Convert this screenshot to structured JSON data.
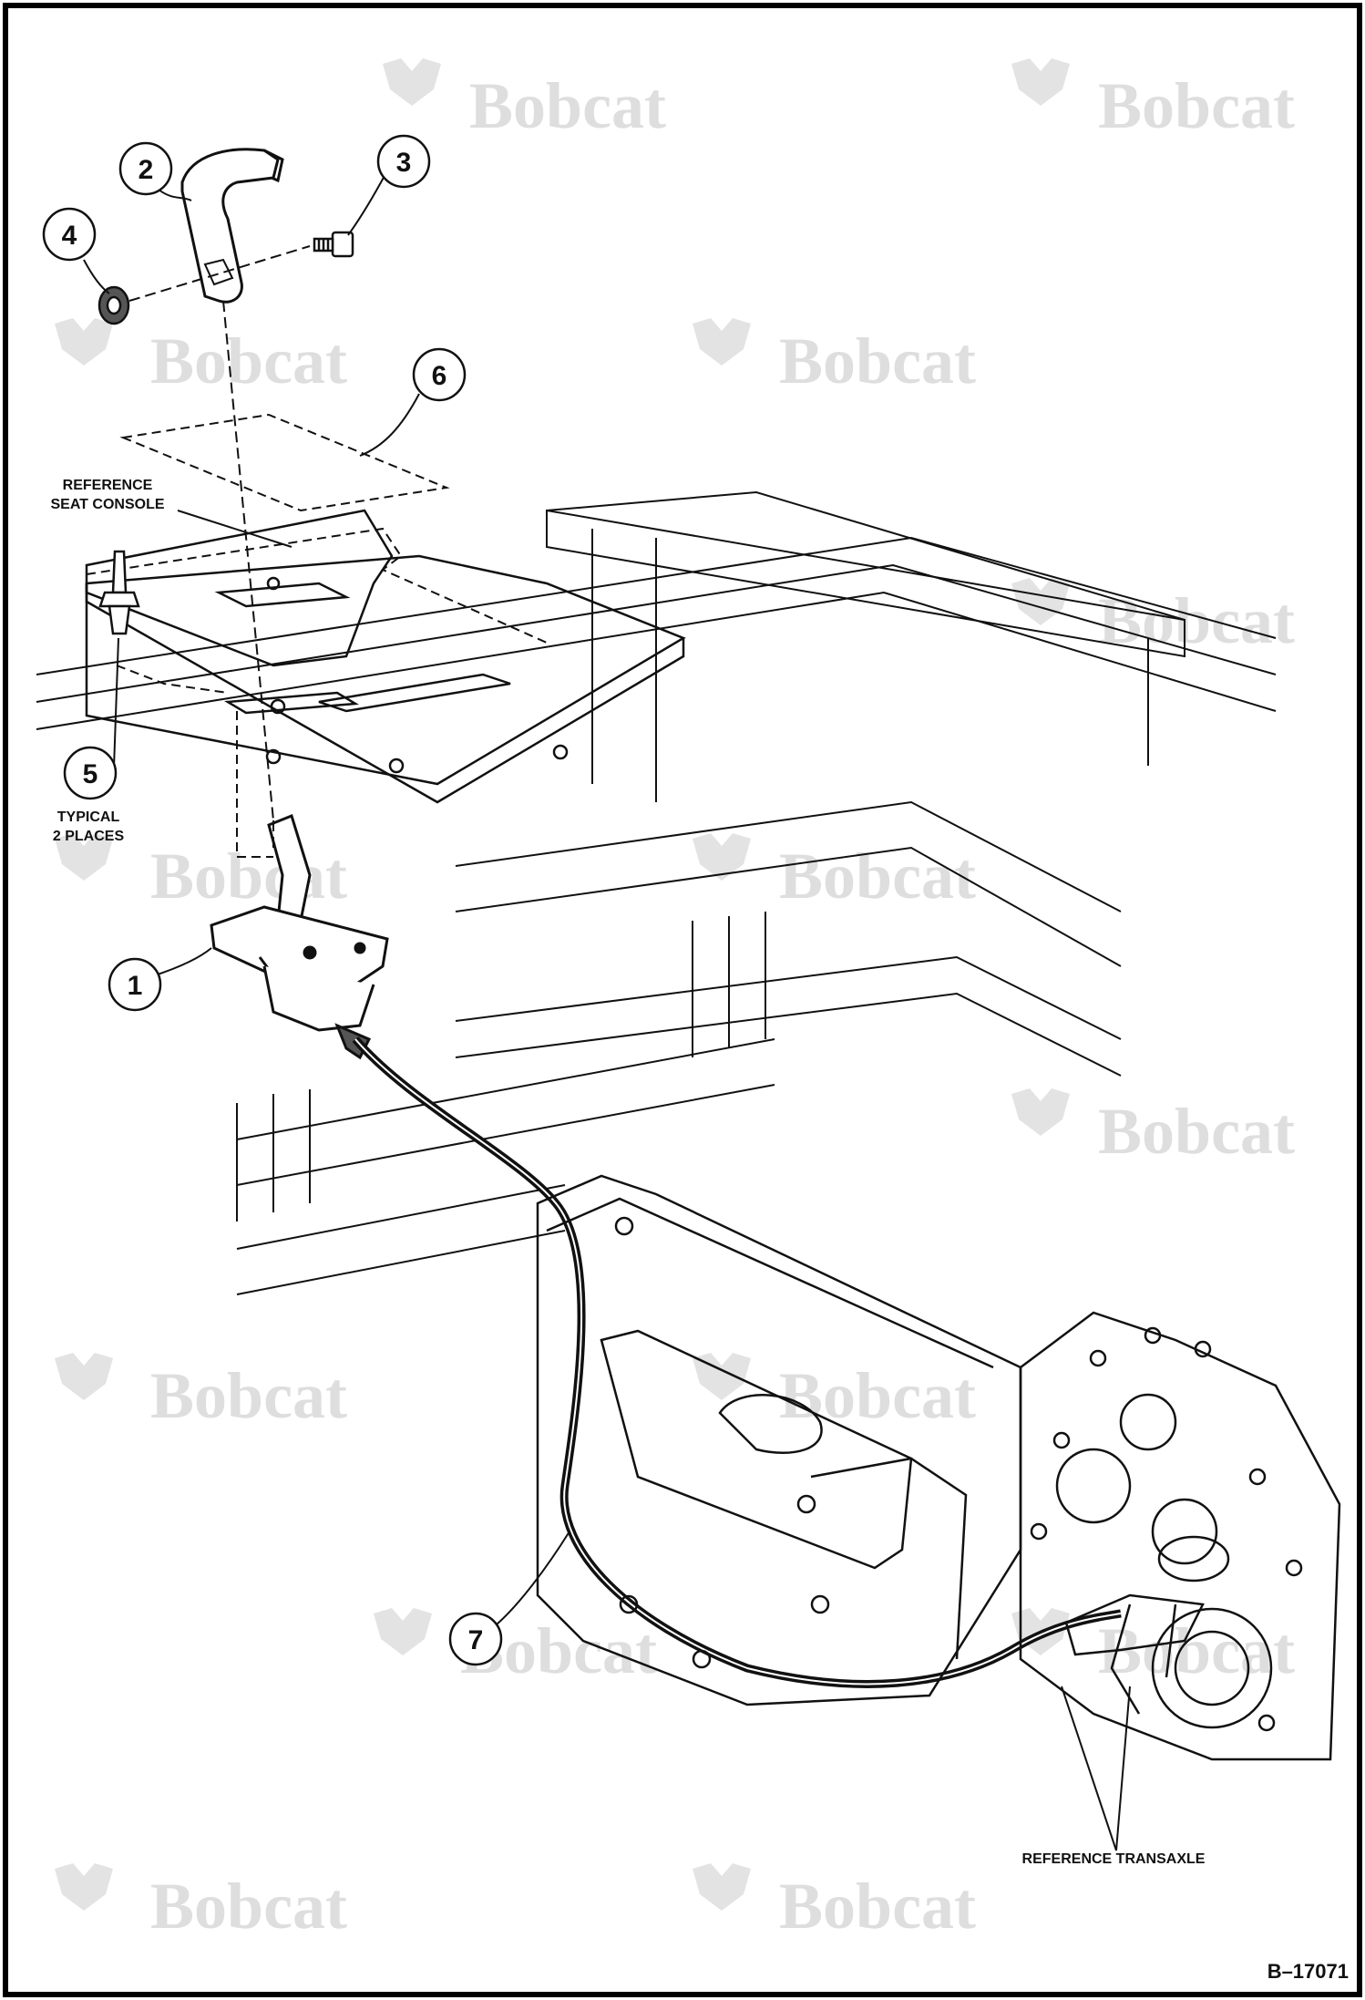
{
  "callouts": {
    "c1": "1",
    "c2": "2",
    "c3": "3",
    "c4": "4",
    "c5": "5",
    "c6": "6",
    "c7": "7"
  },
  "annotations": {
    "ref_seat_console_line1": "REFERENCE",
    "ref_seat_console_line2": "SEAT CONSOLE",
    "typical_line1": "TYPICAL",
    "typical_line2": "2 PLACES",
    "ref_transaxle": "REFERENCE TRANSAXLE"
  },
  "drawing_number": "B–17071",
  "watermark": {
    "text": "Bobcat",
    "color": "#dedede"
  },
  "colors": {
    "line": "#111111",
    "border": "#000000",
    "background": "#ffffff"
  }
}
